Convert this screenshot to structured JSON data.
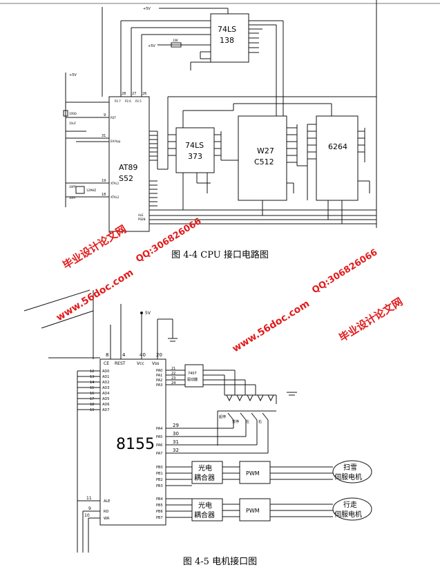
{
  "figure1": {
    "caption": "图 4-4 CPU 接口电路图",
    "chips": {
      "decoder": [
        "74LS",
        "138"
      ],
      "cpu": [
        "AT89",
        "S52"
      ],
      "latch": [
        "74LS",
        "373"
      ],
      "eprom": [
        "W27",
        "C512"
      ],
      "sram": "6264"
    },
    "power": {
      "vcc5_a": "+5V",
      "vcc5_b": "+5V",
      "vcc5_c": "+5V"
    },
    "cpu_ports": {
      "p27": "P2.7",
      "p26": "P2.6",
      "p25": "P2.5",
      "rst": "RST",
      "ea": "EA/Vpp",
      "x1": "XTAL1",
      "x2": "XTAL2",
      "ale": "ALE",
      "psen": "PSEN"
    },
    "pin_numbers": {
      "n1": "28",
      "n2": "27",
      "n3": "26",
      "n4": "9",
      "n5": "31",
      "n6": "19",
      "n7": "18"
    },
    "components": {
      "r1": "100Ω",
      "c1": "10uF",
      "c2": "30PF",
      "c3": "30PF",
      "xtal": "12MHZ",
      "res": "10K"
    }
  },
  "figure2": {
    "caption": "图 4-5 电机接口图",
    "chip": "8155",
    "power": "5V",
    "top_pins": {
      "ce": "CE",
      "rest": "REST",
      "vcc": "Vcc",
      "vss": "Vss"
    },
    "top_numbers": {
      "n8": "8",
      "n4": "4",
      "n40": "40",
      "n20": "20"
    },
    "left_pins": [
      "AD0",
      "AD1",
      "AD2",
      "AD3",
      "AD4",
      "AD5",
      "AD6",
      "AD7"
    ],
    "left_numbers": [
      "12",
      "13",
      "14",
      "15",
      "16",
      "17",
      "18",
      "19"
    ],
    "ctrl_pins": [
      "ALE",
      "RD",
      "WR"
    ],
    "ctrl_numbers": [
      "11",
      "9",
      "10"
    ],
    "pa_pins": [
      "PA0",
      "PA1",
      "PA2",
      "PA3",
      "PA4",
      "PA5",
      "PA6",
      "PA7"
    ],
    "pa_numbers": [
      "21",
      "22",
      "23",
      "24",
      "29",
      "30",
      "31",
      "32"
    ],
    "pb_pins": [
      "PB0",
      "PB1",
      "PB2",
      "PB3",
      "PB4",
      "PB5",
      "PB6",
      "PB7"
    ],
    "gate_label": [
      "7407",
      "驱动器"
    ],
    "switch_labels": [
      "起停",
      "暂停",
      "左",
      "右"
    ],
    "optocoupler": [
      "光电",
      "耦合器"
    ],
    "pwm": "PWM",
    "motor1": [
      "扫雪",
      "伺服电机"
    ],
    "motor2": [
      "行走",
      "伺服电机"
    ]
  },
  "watermarks": {
    "site": "www.56doc.com",
    "qq": "QQ:306826066",
    "brand": "毕业设计论文网"
  }
}
